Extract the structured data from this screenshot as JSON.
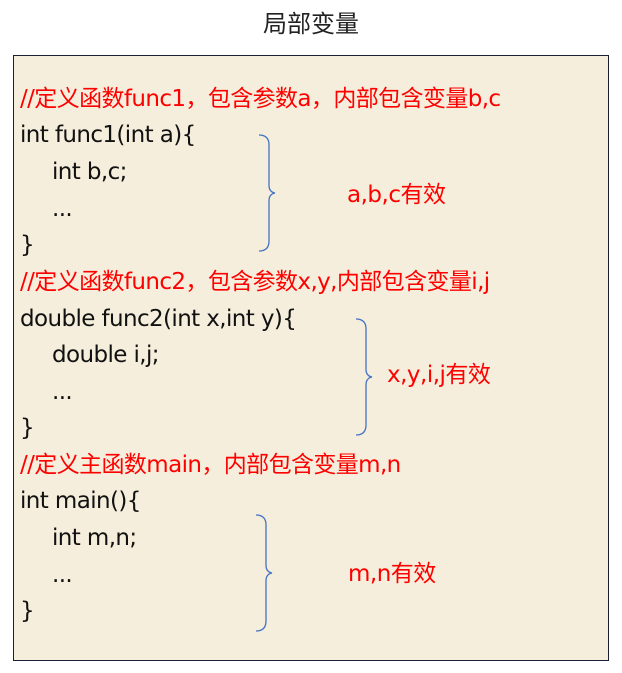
{
  "title": "局部变量",
  "colors": {
    "background": "#F5EEDC",
    "comment": "#FF0000",
    "code": "#111111",
    "brace": "#4472C4",
    "border": "#1A1F33"
  },
  "blocks": [
    {
      "comment": "//定义函数func1，包含参数a，内部包含变量b,c",
      "lines": [
        "int func1(int a){",
        "int b,c;",
        "...",
        "}"
      ],
      "scope_note": "a,b,c有效"
    },
    {
      "comment": "//定义函数func2，包含参数x,y,内部包含变量i,j",
      "lines": [
        "double func2(int x,int y){",
        "double i,j;",
        "...",
        "}"
      ],
      "scope_note": "x,y,i,j有效"
    },
    {
      "comment": "//定义主函数main，内部包含变量m,n",
      "lines": [
        "int main(){",
        "int m,n;",
        "...",
        "}"
      ],
      "scope_note": "m,n有效"
    }
  ]
}
